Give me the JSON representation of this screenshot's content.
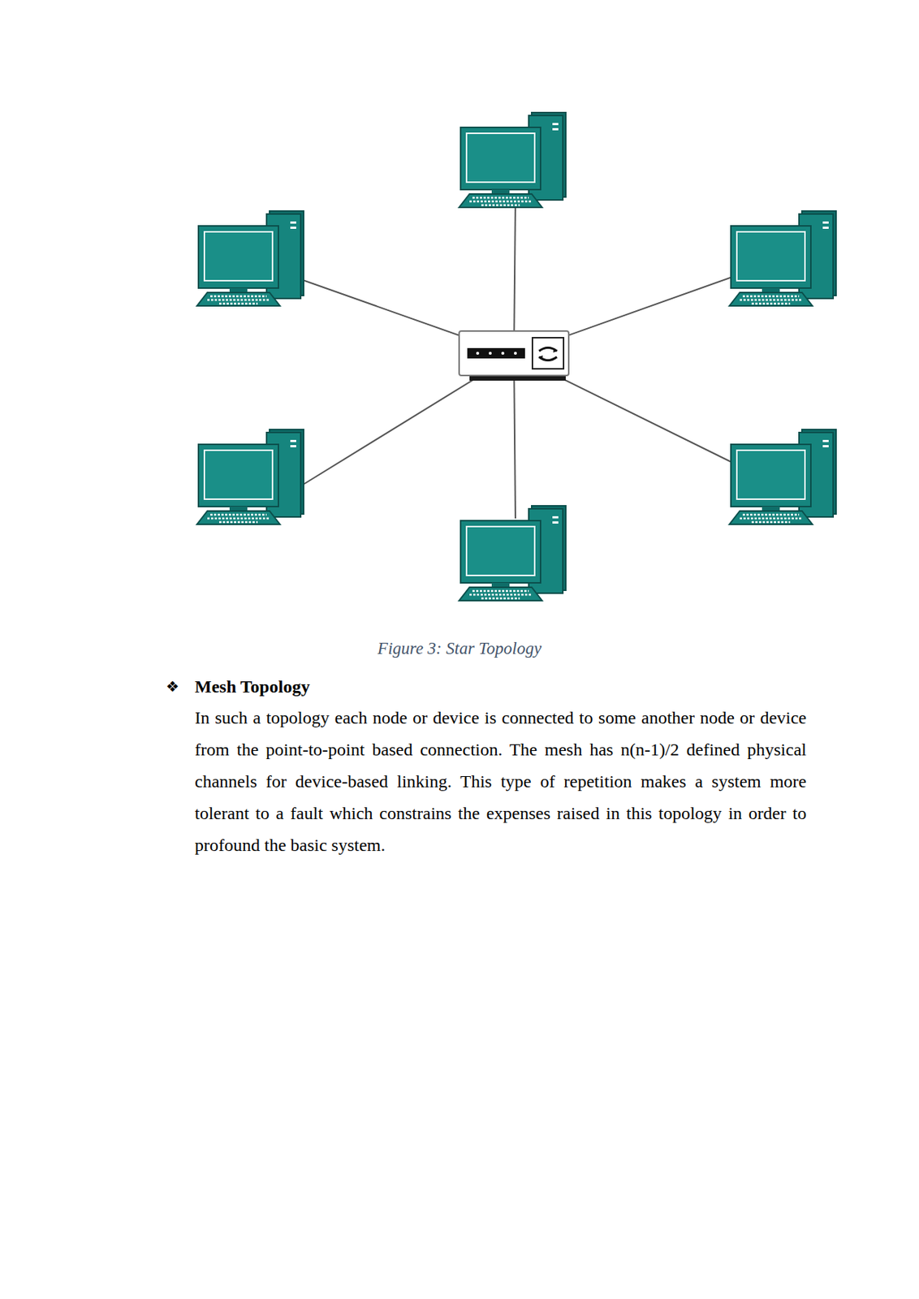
{
  "diagram": {
    "caption": "Figure 3: Star Topology",
    "labels": [
      "❖",
      "Mesh Topology",
      "In such a topology each node or device is connected to some another node or device from the point-to-point based connection. The mesh has n(n-1)/2 defined physical channels for device-based linking. This type of repetition makes a system more tolerant to a fault which constrains the expenses raised in this topology in order to profound the basic system."
    ]
  }
}
